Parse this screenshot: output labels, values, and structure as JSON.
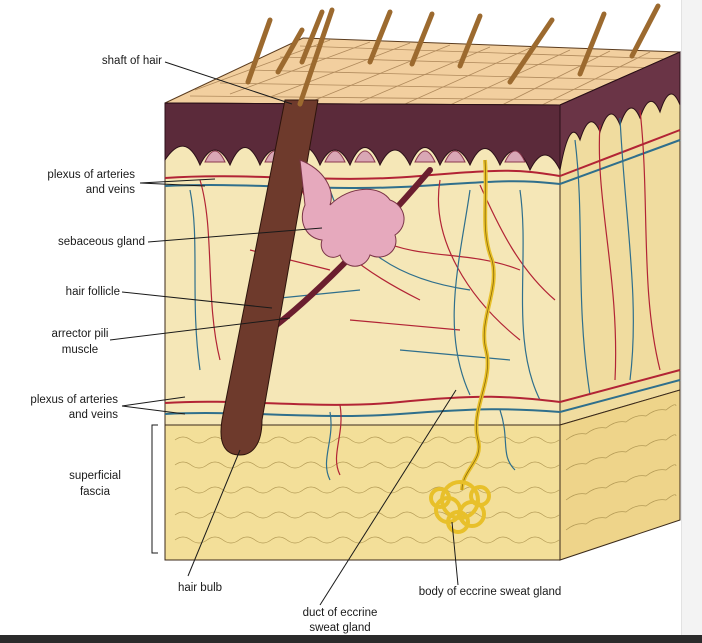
{
  "labels": {
    "shaft_of_hair": "shaft of hair",
    "plexus_upper_1": "plexus of arteries",
    "plexus_upper_2": "and veins",
    "sebaceous_gland": "sebaceous gland",
    "hair_follicle": "hair follicle",
    "arrector_pili_1": "arrector pili",
    "arrector_pili_2": "muscle",
    "plexus_lower_1": "plexus of arteries",
    "plexus_lower_2": "and veins",
    "superficial_fascia_1": "superficial",
    "superficial_fascia_2": "fascia",
    "hair_bulb": "hair bulb",
    "duct_1": "duct of eccrine",
    "duct_2": "sweat gland",
    "body_sweat_gland": "body of eccrine sweat gland"
  },
  "colors": {
    "epidermis_top": "#f2cf9f",
    "epidermis_grid": "#b08a5c",
    "dermis_dark": "#5b2a3a",
    "dermis_papilla": "#d9a7b5",
    "dermis_fill": "#f5e7b7",
    "fascia_fill": "#f3df99",
    "artery": "#b22435",
    "vein": "#2f6f8c",
    "hair": "#9c6a2f",
    "sebaceous": "#e6a9bd",
    "sweat_gland": "#e8c02a",
    "leader": "#1a1a1a"
  }
}
